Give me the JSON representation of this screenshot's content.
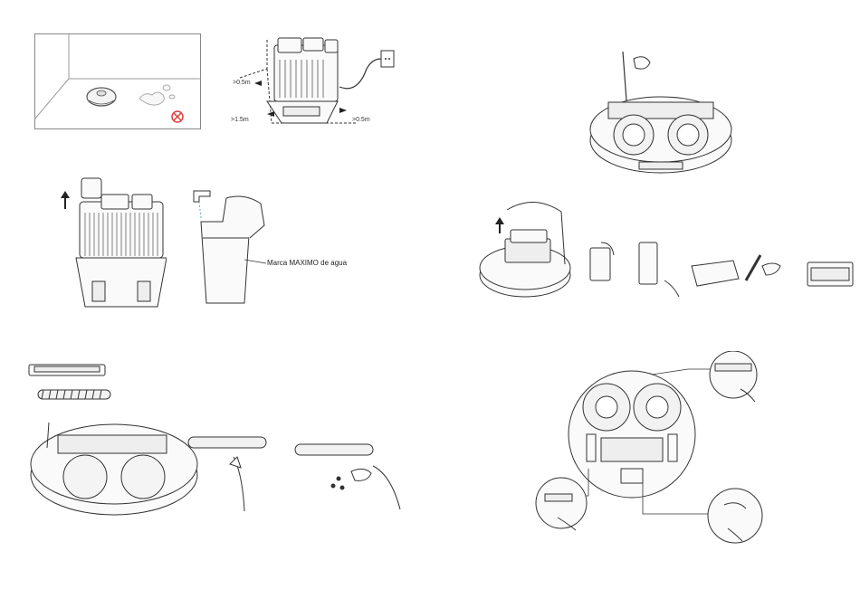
{
  "labels": {
    "clearance_top": ">0.5m",
    "clearance_left": ">1.5m",
    "clearance_right": ">0.5m",
    "max_water_mark": "Marca MAXIMO de agua"
  }
}
